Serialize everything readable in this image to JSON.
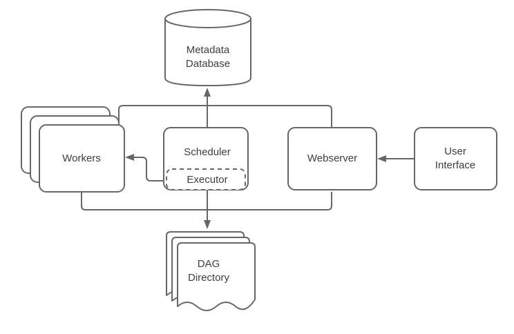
{
  "diagram": {
    "type": "architecture-flow-diagram",
    "background_color": "#ffffff",
    "stroke_color": "#666666",
    "text_color": "#3d3d3d",
    "nodes": {
      "metadata_database": {
        "label_line1": "Metadata",
        "label_line2": "Database",
        "shape": "cylinder"
      },
      "workers": {
        "label": "Workers",
        "shape": "stacked-rounded-rectangle",
        "stack_count": 3
      },
      "scheduler": {
        "label": "Scheduler",
        "shape": "rounded-rectangle"
      },
      "executor": {
        "label": "Executor",
        "shape": "dashed-rounded-rectangle"
      },
      "webserver": {
        "label": "Webserver",
        "shape": "rounded-rectangle"
      },
      "user_interface": {
        "label_line1": "User",
        "label_line2": "Interface",
        "shape": "rounded-rectangle"
      },
      "dag_directory": {
        "label_line1": "DAG",
        "label_line2": "Directory",
        "shape": "stacked-document",
        "stack_count": 3
      }
    },
    "edges": [
      {
        "from": "scheduler",
        "to": "metadata_database",
        "arrow": "single"
      },
      {
        "from": "workers",
        "to": "metadata_database",
        "arrow": "single"
      },
      {
        "from": "webserver",
        "to": "metadata_database",
        "arrow": "single"
      },
      {
        "from": "executor",
        "to": "workers",
        "arrow": "single"
      },
      {
        "from": "executor",
        "to": "dag_directory",
        "arrow": "single"
      },
      {
        "from": "workers",
        "to": "dag_directory",
        "arrow": "single"
      },
      {
        "from": "webserver",
        "to": "dag_directory",
        "arrow": "single"
      },
      {
        "from": "user_interface",
        "to": "webserver",
        "arrow": "single"
      }
    ]
  }
}
